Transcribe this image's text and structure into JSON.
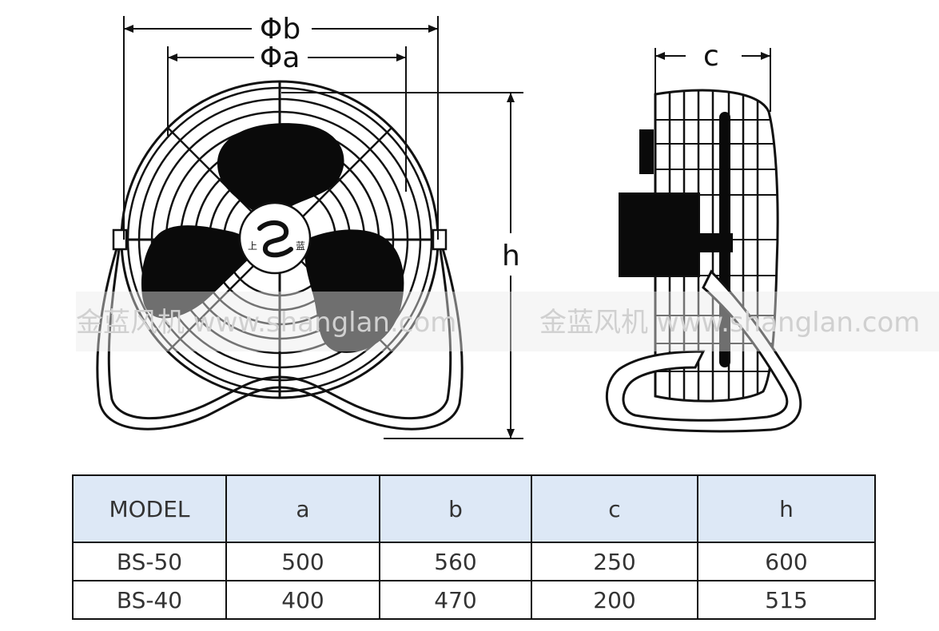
{
  "diagram": {
    "front_view": {
      "labels": {
        "outer_diameter": "Φb",
        "inner_diameter": "Φa",
        "height": "h"
      },
      "hub_text": {
        "left": "上",
        "right": "蓝"
      }
    },
    "side_view": {
      "labels": {
        "depth": "c"
      }
    },
    "watermark": {
      "left": "金蓝风机 www.shanglan.com",
      "right": "金蓝风机 www.shanglan.com"
    }
  },
  "table": {
    "headers": [
      "MODEL",
      "a",
      "b",
      "c",
      "h"
    ],
    "rows": [
      [
        "BS-50",
        "500",
        "560",
        "250",
        "600"
      ],
      [
        "BS-40",
        "400",
        "470",
        "200",
        "515"
      ]
    ]
  }
}
